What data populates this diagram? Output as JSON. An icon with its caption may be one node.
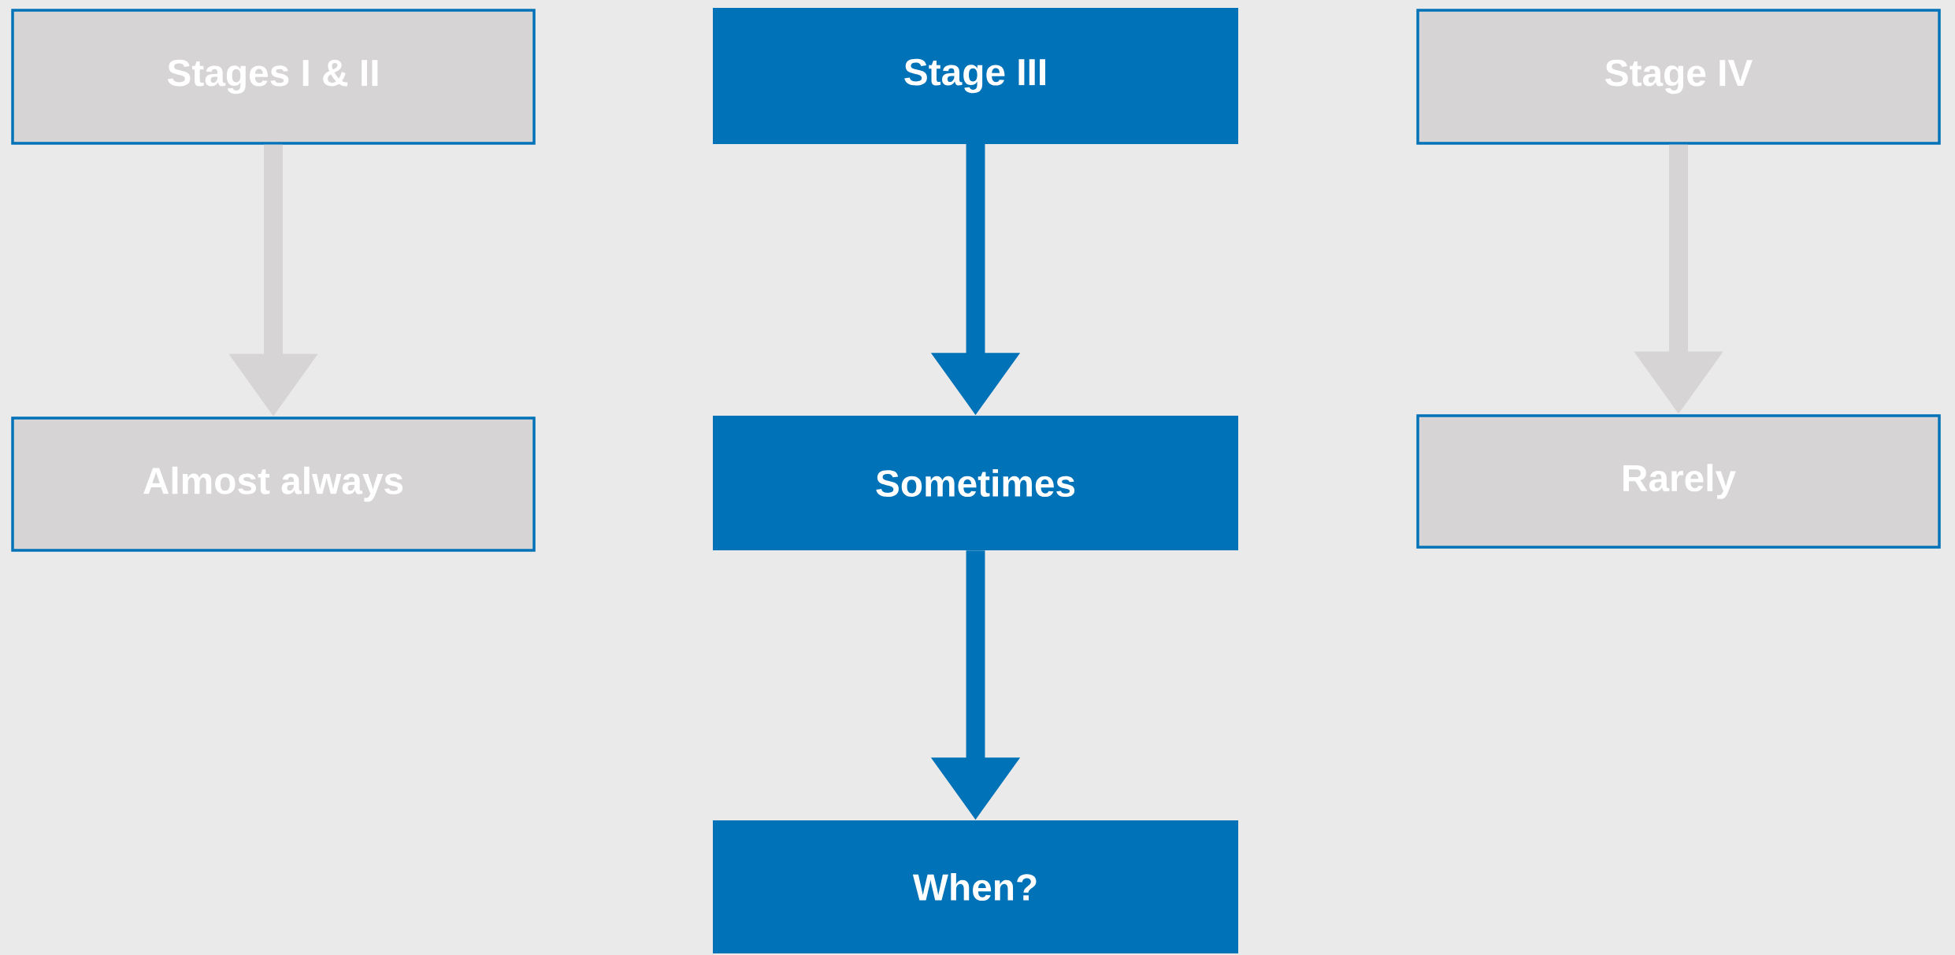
{
  "diagram": {
    "nodes": [
      {
        "text": [
          "Stages I & II"
        ]
      },
      {
        "text": [
          "Stage III"
        ]
      },
      {
        "text": [
          "Stage IV"
        ]
      },
      {
        "text": [
          "Almost always"
        ]
      },
      {
        "text": [
          "Sometimes"
        ]
      },
      {
        "text": [
          "Rarely"
        ]
      },
      {
        "text": [
          "When?"
        ]
      }
    ],
    "edges": [
      {
        "from": 0,
        "to": 3,
        "arrow": "to",
        "color": "#d6d4d5"
      },
      {
        "from": 1,
        "to": 4,
        "arrow": "to",
        "color": "#0072b8"
      },
      {
        "from": 4,
        "to": 6,
        "arrow": "to",
        "color": "#0072b8"
      },
      {
        "from": 2,
        "to": 5,
        "arrow": "to",
        "color": "#d6d4d5"
      }
    ]
  }
}
